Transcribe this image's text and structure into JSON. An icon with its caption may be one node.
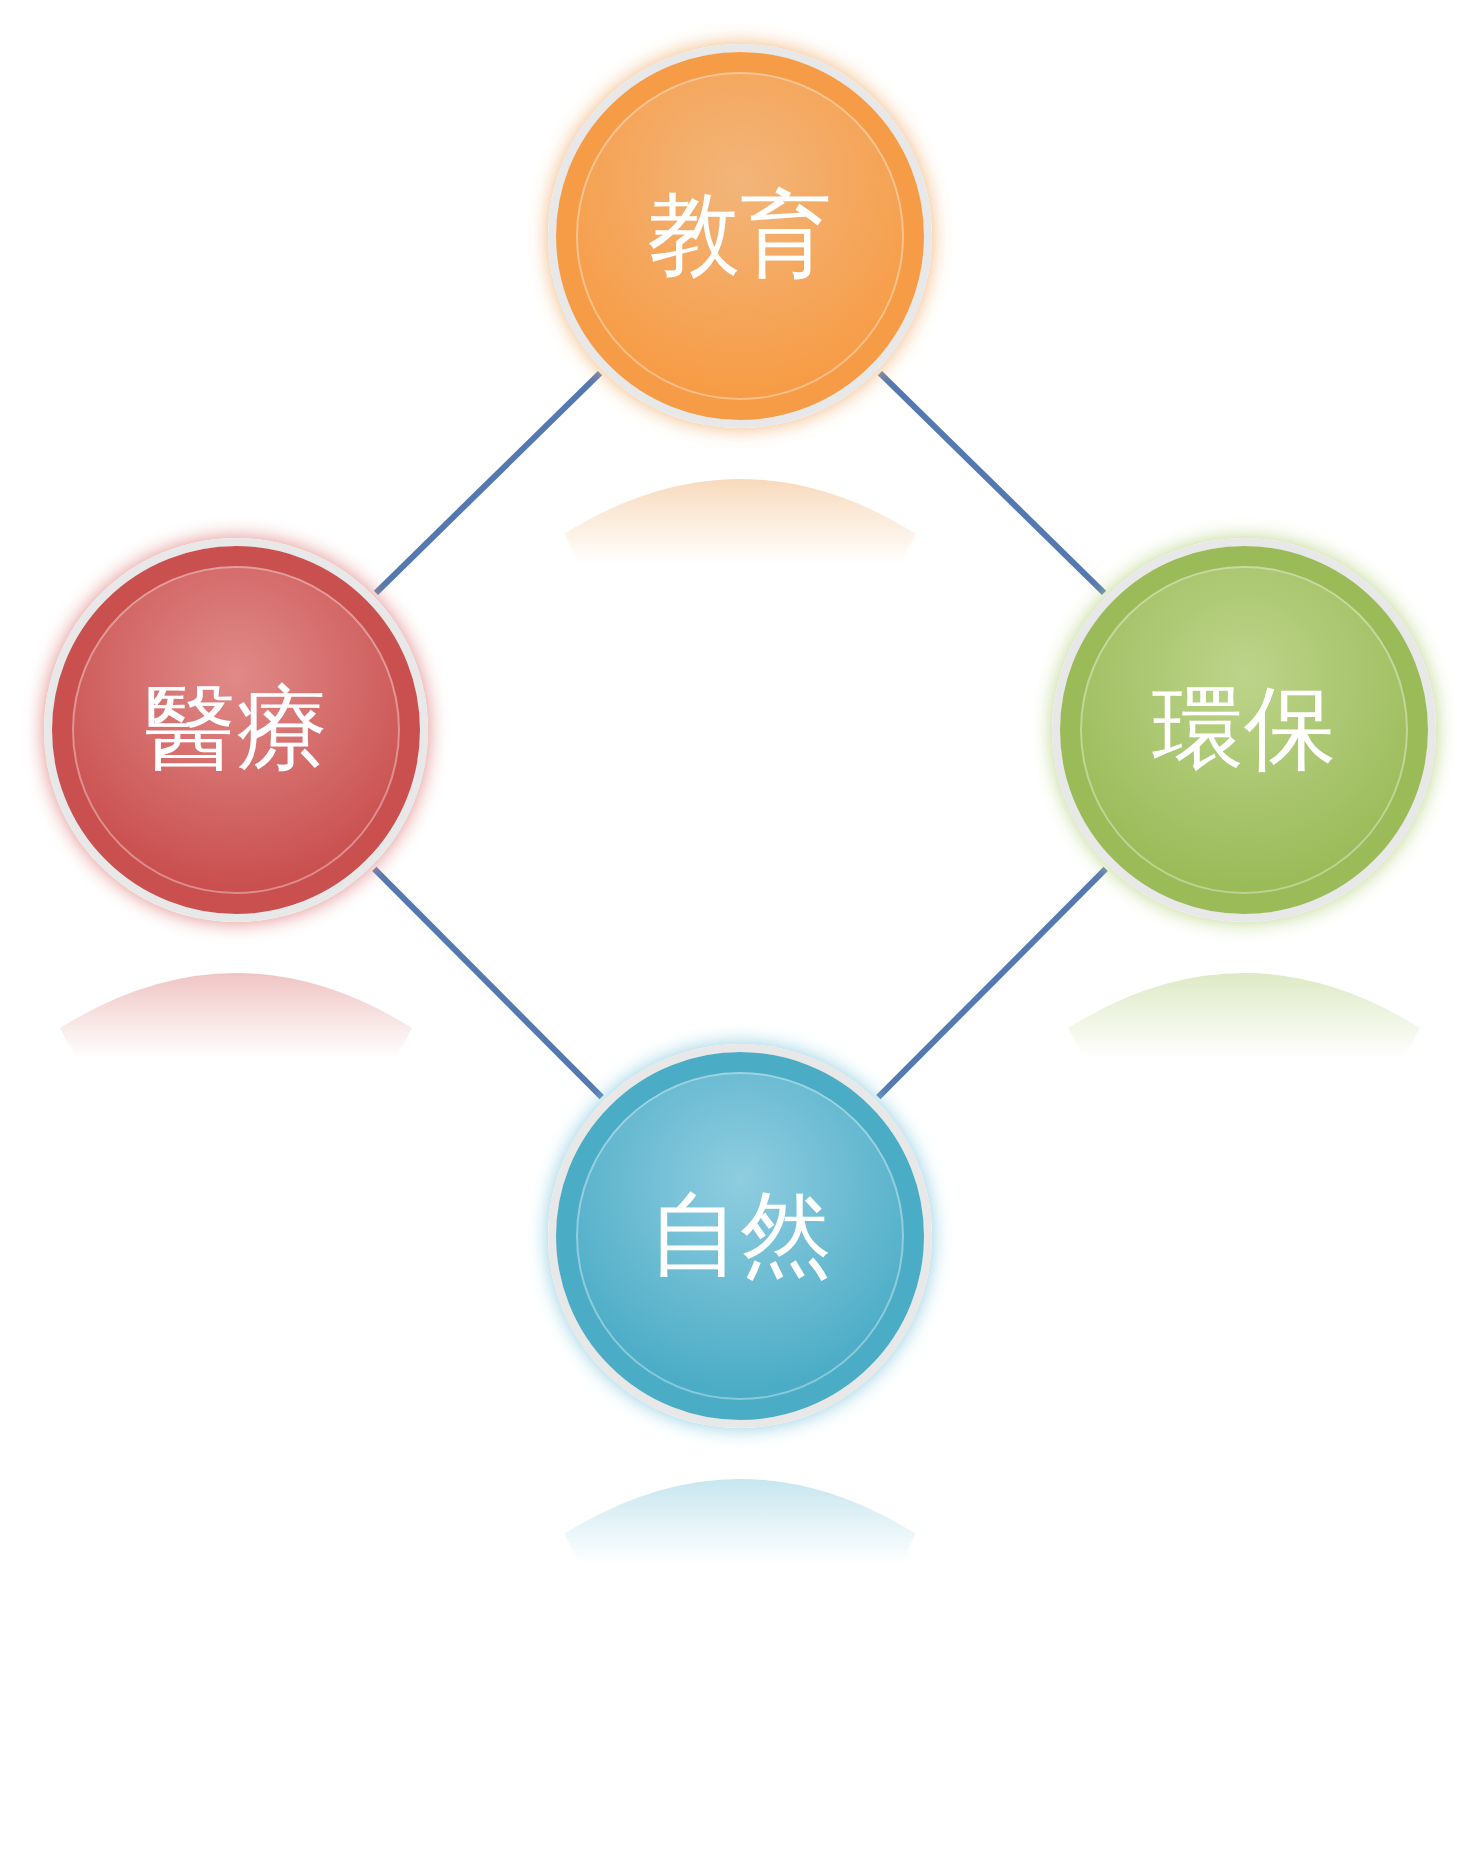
{
  "diagram": {
    "nodes": [
      {
        "text": [
          "教育"
        ]
      },
      {
        "text": [
          "醫療"
        ]
      },
      {
        "text": [
          "環保"
        ]
      },
      {
        "text": [
          "自然"
        ]
      }
    ],
    "edges": [
      {
        "from": 0,
        "to": 1,
        "arrow": "none"
      },
      {
        "from": 0,
        "to": 2,
        "arrow": "none"
      },
      {
        "from": 1,
        "to": 3,
        "arrow": "none"
      },
      {
        "from": 2,
        "to": 3,
        "arrow": "none"
      }
    ]
  }
}
